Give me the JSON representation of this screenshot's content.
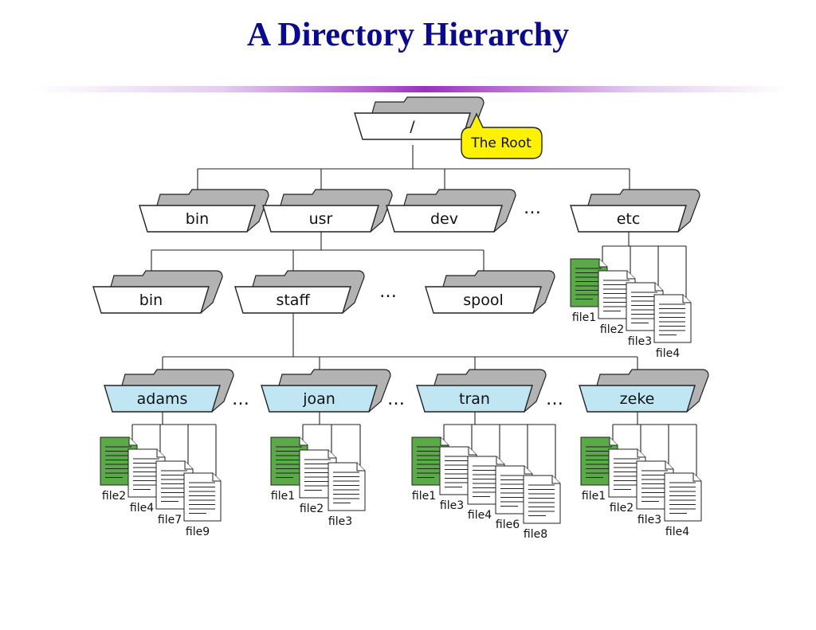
{
  "title": "A Directory Hierarchy",
  "callout": "The Root",
  "colors": {
    "title": "#0a0a8c",
    "folder_front": "#ffffff",
    "folder_home": "#bfe6f2",
    "folder_tab": "#b3b3b3",
    "file_green": "#5aaa48",
    "callout": "#fff200"
  },
  "icons": {
    "folder": "folder-icon",
    "file": "file-icon"
  },
  "ellipsis": "…",
  "root": {
    "name": "/"
  },
  "level1": [
    {
      "name": "bin"
    },
    {
      "name": "usr"
    },
    {
      "name": "dev"
    },
    {
      "name": "etc",
      "files": [
        "file1",
        "file2",
        "file3",
        "file4"
      ]
    }
  ],
  "level2": [
    {
      "name": "bin"
    },
    {
      "name": "staff"
    },
    {
      "name": "spool"
    }
  ],
  "users": [
    {
      "name": "adams",
      "files": [
        "file2",
        "file4",
        "file7",
        "file9"
      ]
    },
    {
      "name": "joan",
      "files": [
        "file1",
        "file2",
        "file3"
      ]
    },
    {
      "name": "tran",
      "files": [
        "file1",
        "file3",
        "file4",
        "file6",
        "file8"
      ]
    },
    {
      "name": "zeke",
      "files": [
        "file1",
        "file2",
        "file3",
        "file4"
      ]
    }
  ]
}
